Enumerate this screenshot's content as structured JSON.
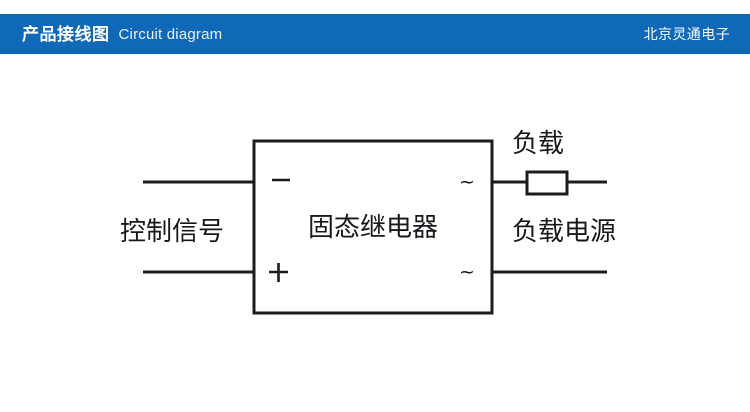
{
  "header": {
    "title_cn": "产品接线图",
    "title_en": "Circuit diagram",
    "brand": "北京灵通电子",
    "bar_color": "#1069b8",
    "text_color": "#ffffff"
  },
  "diagram": {
    "type": "circuit-schematic",
    "line_color": "#1c1c1c",
    "text_color": "#17181c",
    "background": "#ffffff",
    "device": {
      "label": "固态继电器",
      "terminals": {
        "input_negative": "−",
        "input_positive": "+",
        "output_top": "~",
        "output_bottom": "~"
      }
    },
    "labels": {
      "control_signal": "控制信号",
      "load": "负载",
      "load_power": "负载电源"
    },
    "components": [
      {
        "name": "resistor",
        "label": "负载",
        "shape": "rectangle"
      }
    ]
  }
}
